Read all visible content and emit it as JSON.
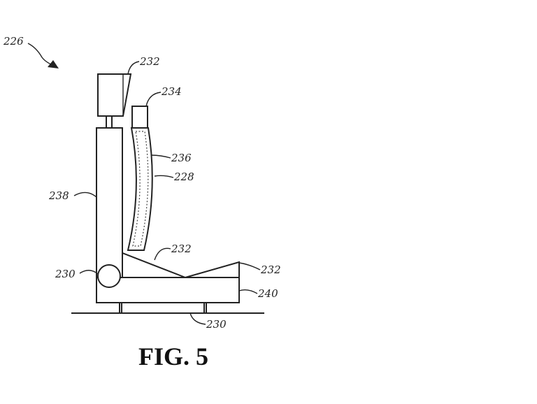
{
  "figure": {
    "caption": "FIG. 5",
    "refs": {
      "r226": "226",
      "r232_top": "232",
      "r234": "234",
      "r236": "236",
      "r228": "228",
      "r238": "238",
      "r232_mid": "232",
      "r232_right": "232",
      "r230_left": "230",
      "r240": "240",
      "r230_bottom": "230"
    }
  }
}
